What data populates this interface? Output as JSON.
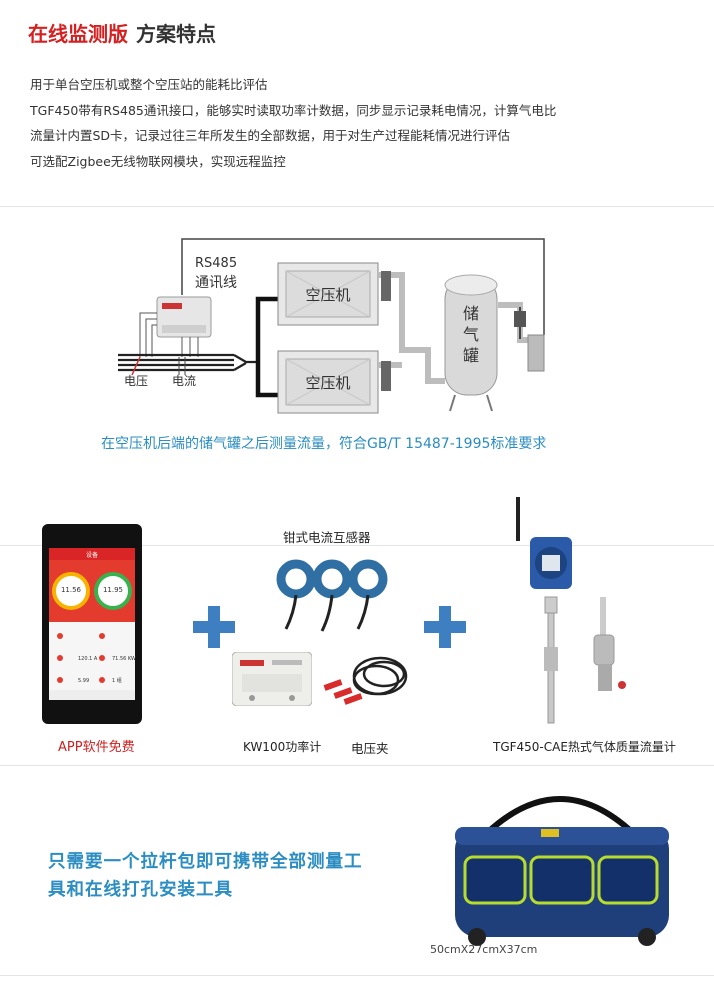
{
  "header": {
    "title_red": "在线监测版",
    "title_dark": "方案特点"
  },
  "features": [
    "用于单台空压机或整个空压站的能耗比评估",
    "TGF450带有RS485通讯接口，能够实时读取功率计数据，同步显示记录耗电情况，计算气电比",
    "流量计内置SD卡，记录过往三年所发生的全部数据，用于对生产过程能耗情况进行评估",
    "可选配Zigbee无线物联网模块，实现远程监控"
  ],
  "diagram": {
    "rs485_line1": "RS485",
    "rs485_line2": "通讯线",
    "compressor": "空压机",
    "tank_chars": [
      "储",
      "气",
      "罐"
    ],
    "voltage": "电压",
    "current": "电流",
    "caption": "在空压机后端的储气罐之后测量流量，符合GB/T 15487-1995标准要求"
  },
  "products": {
    "app_label": "APP软件免费",
    "clamp_title": "钳式电流互感器",
    "meter_label": "KW100功率计",
    "voltage_clip_label": "电压夹",
    "flowmeter_label": "TGF450-CAE热式气体质量流量计",
    "phone": {
      "header": "设备",
      "gauge1": "11.56",
      "gauge2": "11.95",
      "rows": [
        "120.1 A",
        "5.99",
        "71.56 KW",
        "1 组"
      ]
    }
  },
  "bag": {
    "line1": "只需要一个拉杆包即可携带全部测量工",
    "line2": "具和在线打孔安装工具",
    "size": "50cmX27cmX37cm"
  },
  "colors": {
    "title_red": "#d42020",
    "caption_blue": "#2b8dc2",
    "plus_blue": "#3d7fc0",
    "app_red": "#cc1f1f"
  }
}
